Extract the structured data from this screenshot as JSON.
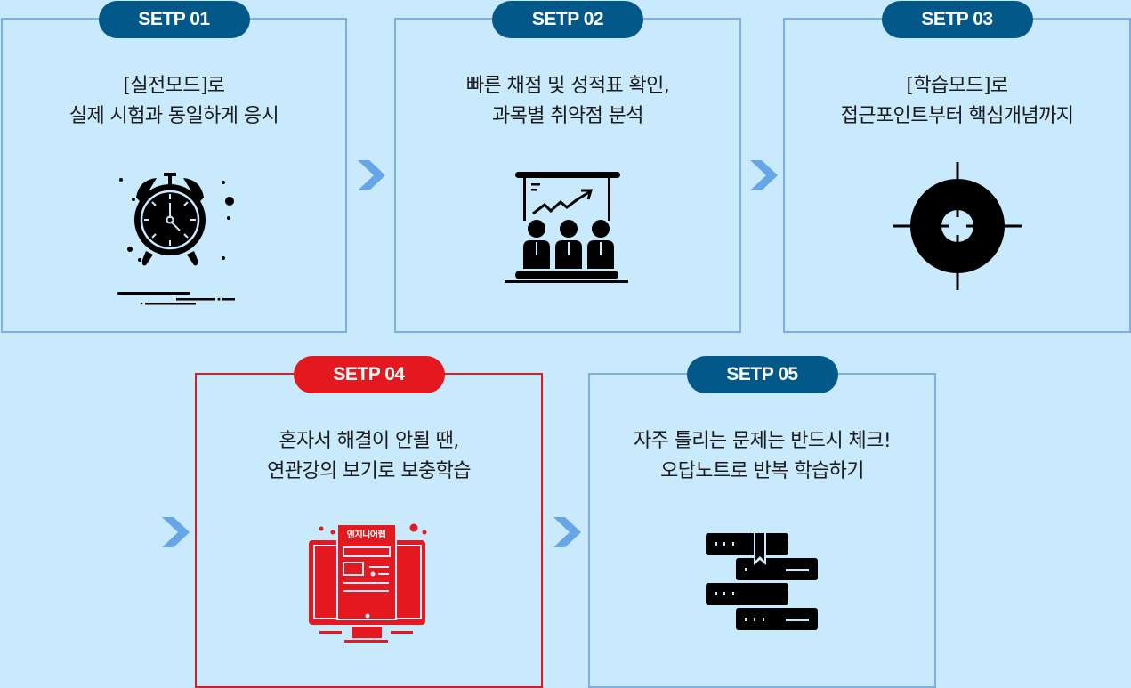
{
  "steps": [
    {
      "badge": "SETP 01",
      "line1": "[실전모드]로",
      "line2": "실제 시험과 동일하게 응시",
      "icon": "alarm-clock-icon",
      "highlighted": false
    },
    {
      "badge": "SETP 02",
      "line1": "빠른 채점 및 성적표 확인,",
      "line2": "과목별 취약점 분석",
      "icon": "presentation-chart-icon",
      "highlighted": false
    },
    {
      "badge": "SETP 03",
      "line1": "[학습모드]로",
      "line2": "접근포인트부터 핵심개념까지",
      "icon": "crosshair-target-icon",
      "highlighted": false
    },
    {
      "badge": "SETP 04",
      "line1": "혼자서 해결이 안될 땐,",
      "line2": "연관강의 보기로 보충학습",
      "icon": "monitor-document-icon",
      "icon_label": "엔지니어랩",
      "highlighted": true
    },
    {
      "badge": "SETP 05",
      "line1": "자주 틀리는 문제는 반드시 체크!",
      "line2": "오답노트로 반복 학습하기",
      "icon": "stacked-books-icon",
      "highlighted": false
    }
  ],
  "colors": {
    "background": "#c9e9fd",
    "badge": "#03588a",
    "highlight": "#e3191f",
    "border": "#7cb0e4",
    "arrow": "#66a6e6",
    "icon": "#000000"
  }
}
